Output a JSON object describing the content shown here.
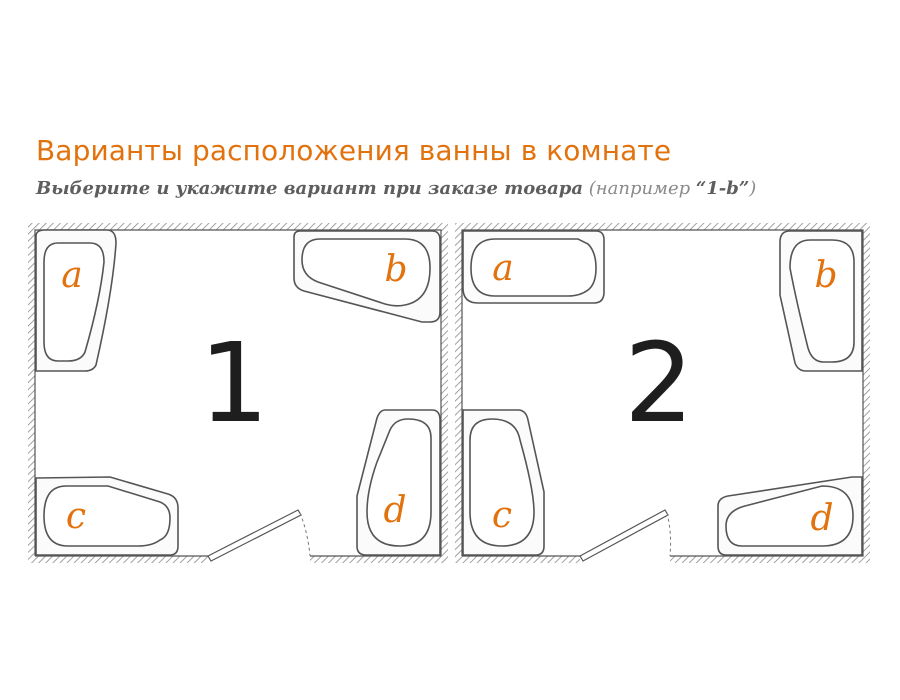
{
  "heading": {
    "title": "Варианты расположения ванны в комнате",
    "subtitle_main": "Выберите и укажите вариант при заказе товара",
    "subtitle_example_prefix": " (например ",
    "subtitle_example_code": "“1-b”",
    "subtitle_example_suffix": ")"
  },
  "rooms": [
    {
      "number": "1",
      "tubs": [
        {
          "letter": "a"
        },
        {
          "letter": "b"
        },
        {
          "letter": "c"
        },
        {
          "letter": "d"
        }
      ]
    },
    {
      "number": "2",
      "tubs": [
        {
          "letter": "a"
        },
        {
          "letter": "b"
        },
        {
          "letter": "c"
        },
        {
          "letter": "d"
        }
      ]
    }
  ],
  "colors": {
    "accent": "#e2720e",
    "subtitle": "#8a8a8a",
    "line": "#555555",
    "number": "#1e1e1e"
  }
}
